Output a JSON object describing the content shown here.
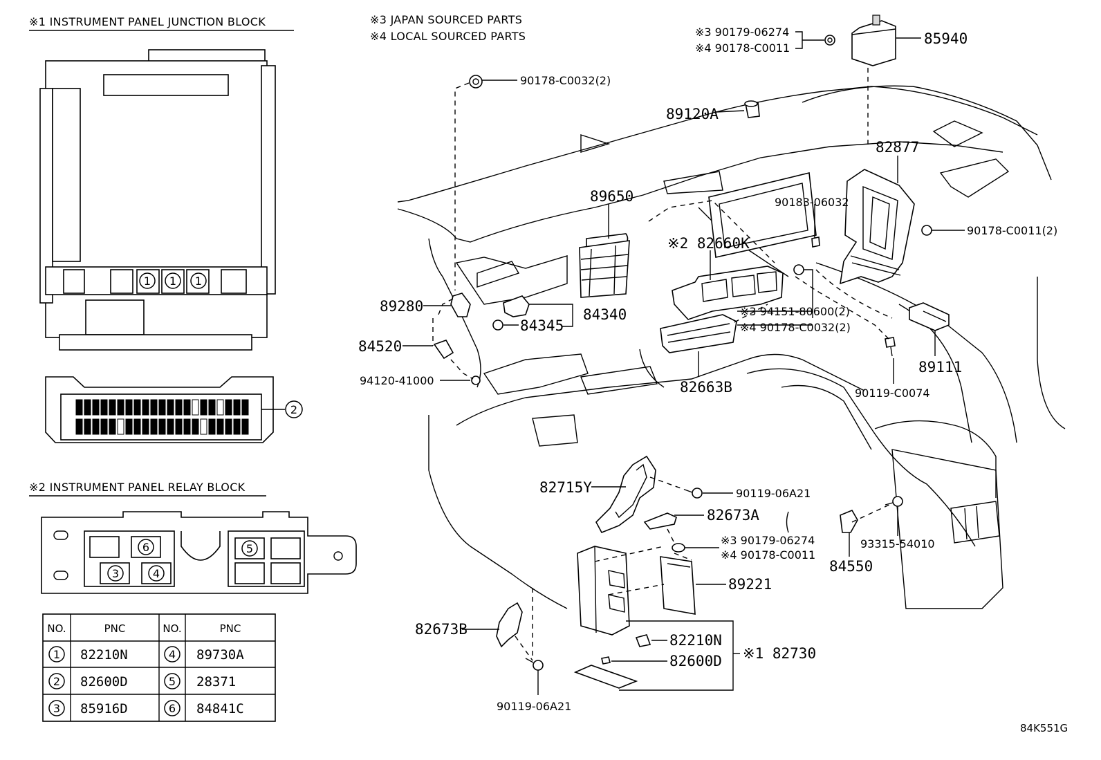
{
  "notes": {
    "note1": "※1 INSTRUMENT PANEL JUNCTION BLOCK",
    "note2": "※2 INSTRUMENT PANEL RELAY BLOCK",
    "note3": "※3 JAPAN SOURCED PARTS",
    "note4": "※4 LOCAL SOURCED PARTS"
  },
  "junction_block": {
    "markers": [
      "1",
      "1",
      "1"
    ],
    "side_marker": "2"
  },
  "relay_block": {
    "markers": [
      "6",
      "3",
      "4",
      "5"
    ]
  },
  "pnc_table": {
    "headers": [
      "NO.",
      "PNC",
      "NO.",
      "PNC"
    ],
    "rows": [
      {
        "no_a": "1",
        "pnc_a": "82210N",
        "no_b": "4",
        "pnc_b": "89730A"
      },
      {
        "no_a": "2",
        "pnc_a": "82600D",
        "no_b": "5",
        "pnc_b": "28371"
      },
      {
        "no_a": "3",
        "pnc_a": "85916D",
        "no_b": "6",
        "pnc_b": "84841C"
      }
    ]
  },
  "callouts": {
    "p85940": "85940",
    "p90179_06274_top": "※3 90179-06274",
    "p90178_C0011_top": "※4 90178-C0011",
    "p90178_C0032_2": "90178-C0032(2)",
    "p89120A": "89120A",
    "p82877": "82877",
    "p90178_C0011_2": "90178-C0011(2)",
    "p89650": "89650",
    "p90183_06032": "90183-06032",
    "p82660K": "※2 82660K",
    "p94151": "※3 94151-80600(2)",
    "p90178_C0032_2b": "※4 90178-C0032(2)",
    "p89280": "89280",
    "p84340": "84340",
    "p84345": "84345",
    "p84520": "84520",
    "p94120": "94120-41000",
    "p82663B": "82663B",
    "p89111": "89111",
    "p90119_C0074": "90119-C0074",
    "p82715Y": "82715Y",
    "p90119_06A21_top": "90119-06A21",
    "p82673A": "82673A",
    "p90179_06274_mid": "※3 90179-06274",
    "p90178_C0011_mid": "※4 90178-C0011",
    "p89221": "89221",
    "p93315": "93315-54010",
    "p84550": "84550",
    "p82673B": "82673B",
    "p82210N": "82210N",
    "p82600D": "82600D",
    "p82730": "※1 82730",
    "p90119_06A21_bot": "90119-06A21"
  },
  "drawing_code": "84K551G"
}
